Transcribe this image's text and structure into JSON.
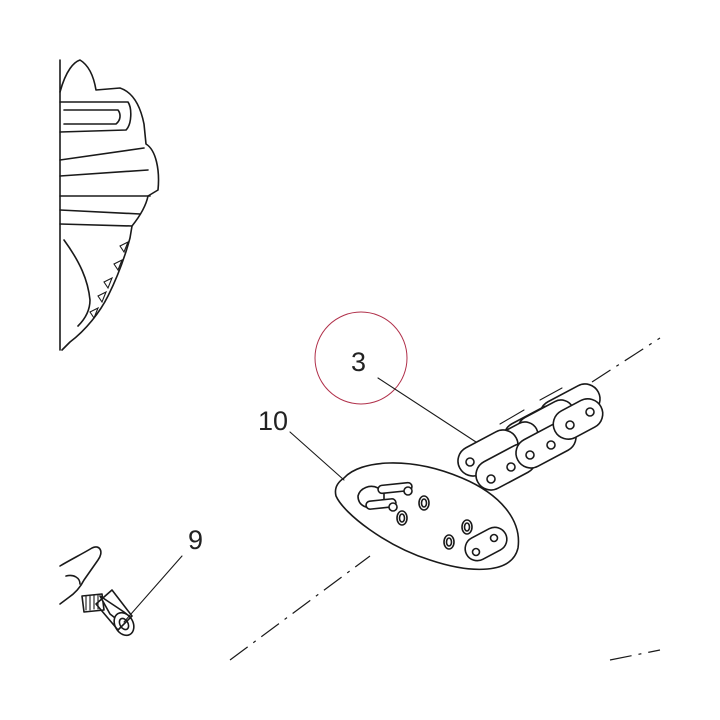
{
  "callouts": [
    {
      "id": "callout-3",
      "label": "3"
    },
    {
      "id": "callout-10",
      "label": "10"
    },
    {
      "id": "callout-9",
      "label": "9"
    }
  ],
  "highlight_color": "#b0304a",
  "line_color": "#1a1a1a"
}
